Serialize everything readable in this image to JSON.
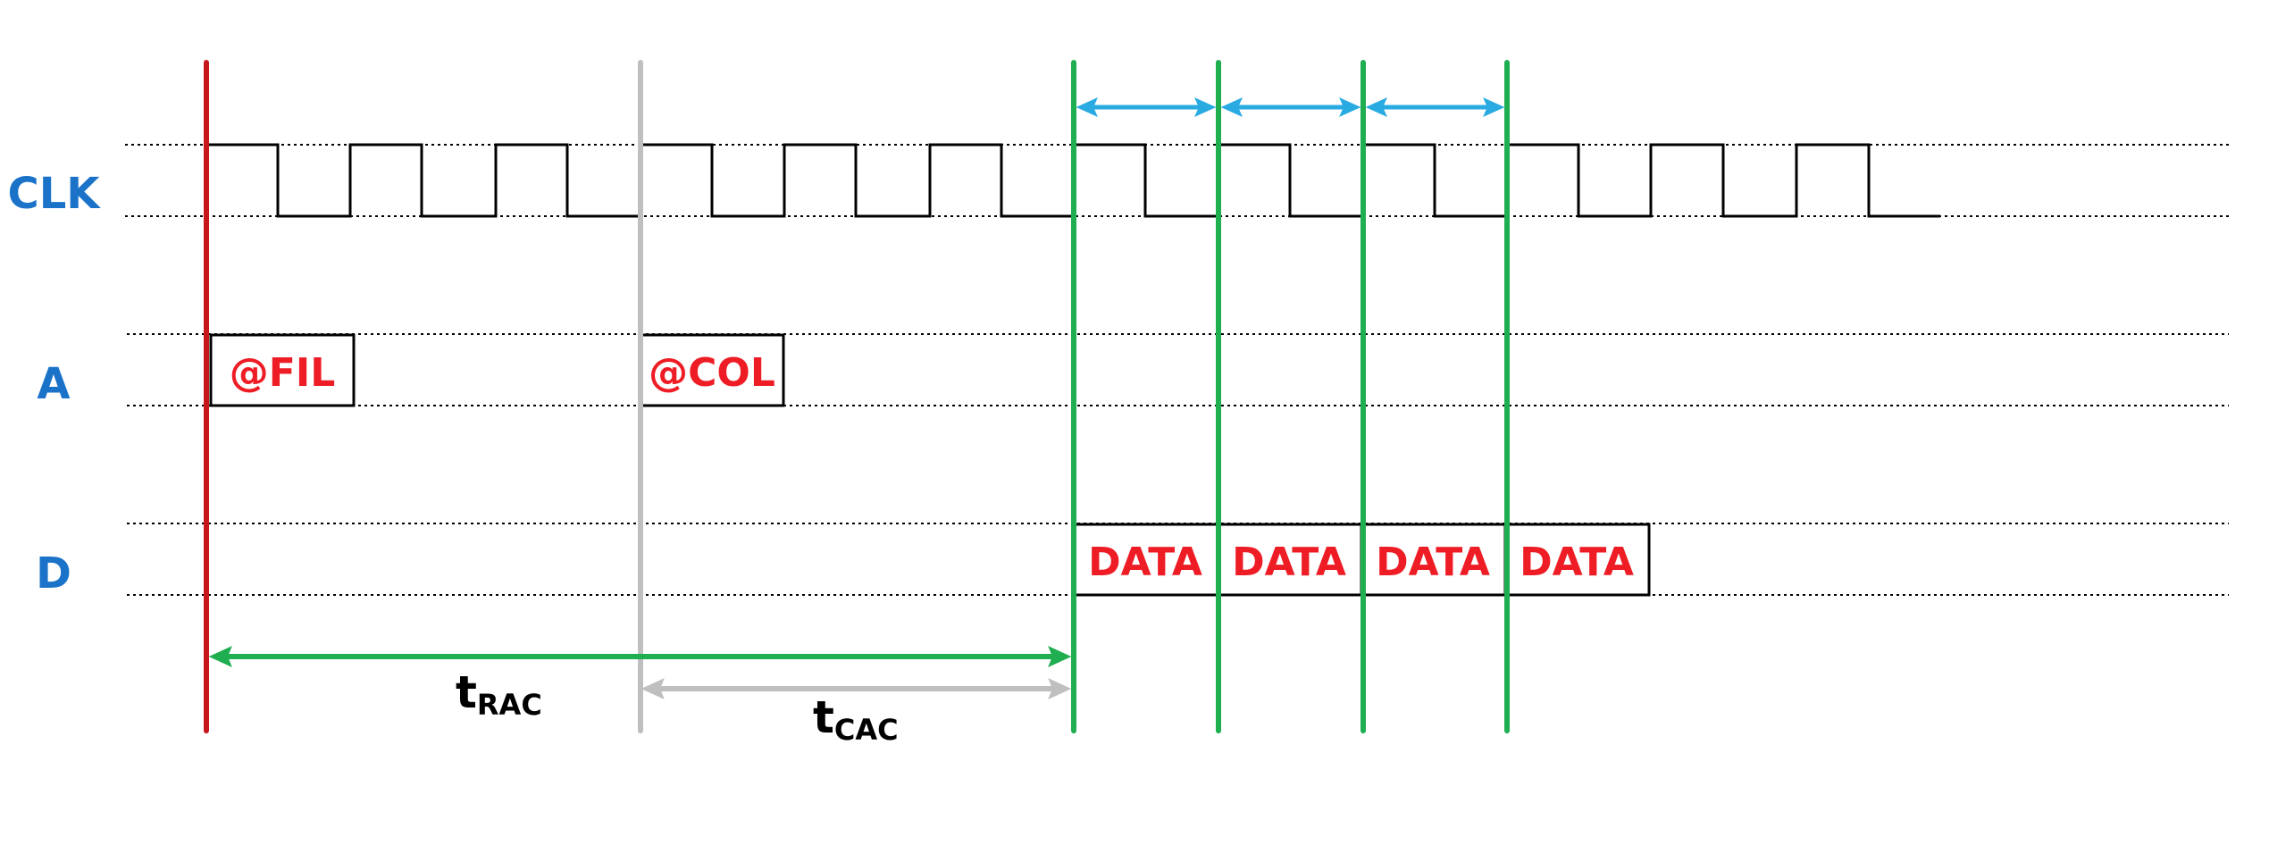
{
  "signals": {
    "clk": "CLK",
    "address": "A",
    "data": "D"
  },
  "address_labels": {
    "row": "@FIL",
    "col": "@COL"
  },
  "data_label": "DATA",
  "timing": {
    "trac": {
      "main": "t",
      "sub": "RAC"
    },
    "tcac": {
      "main": "t",
      "sub": "CAC"
    }
  },
  "colors": {
    "signal_label": "#1a73c8",
    "box_text": "#ee1c25",
    "row_marker": "#c8161d",
    "col_marker": "#bfbfbf",
    "data_marker": "#1fae50",
    "burst_arrow": "#29abe2",
    "trace": "#000000"
  }
}
